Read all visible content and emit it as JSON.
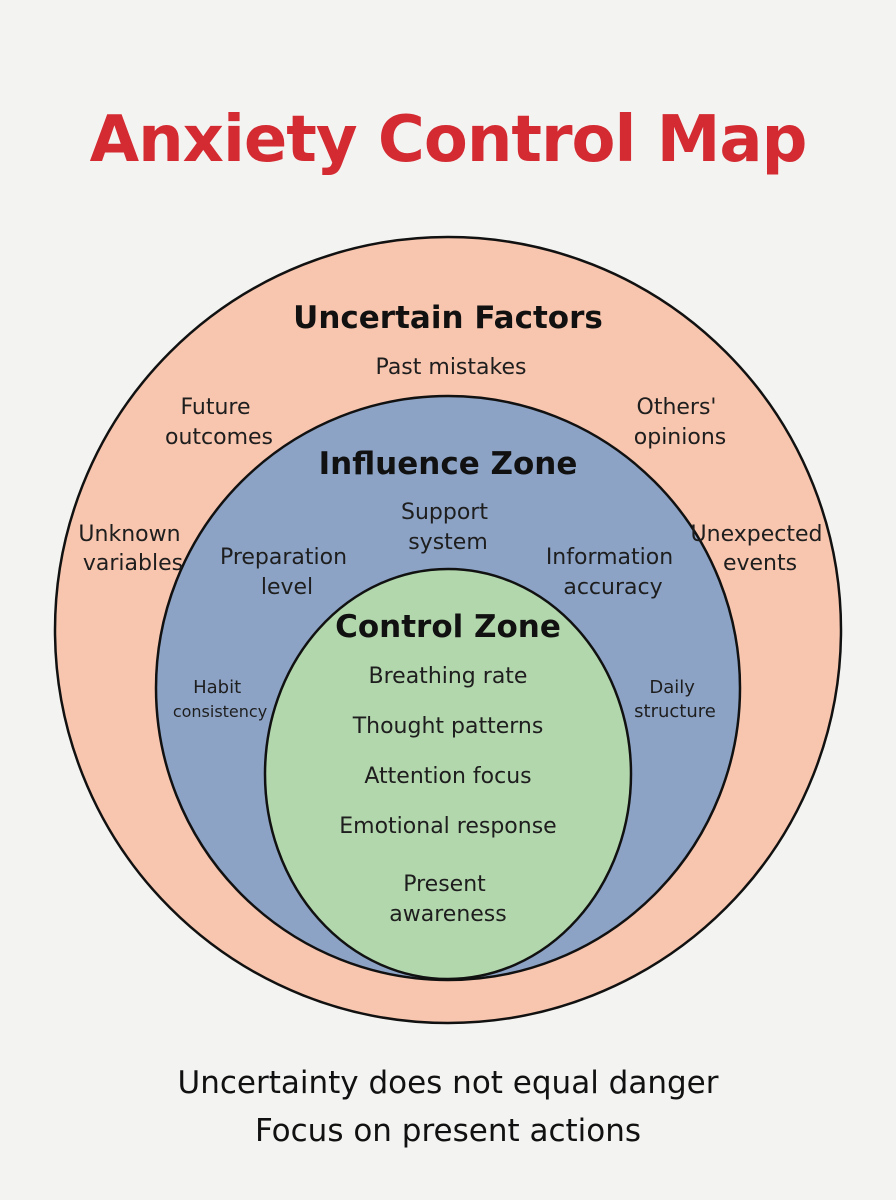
{
  "title": "Anxiety Control Map",
  "colors": {
    "title": "#d42a32",
    "outer_fill": "#f8c5ae",
    "middle_fill": "#8ca3c6",
    "inner_fill": "#b3d7ad",
    "stroke": "#111111",
    "background": "#f3f3f1"
  },
  "zones": {
    "uncertain": {
      "title": "Uncertain Factors",
      "past_mistakes": "Past mistakes",
      "future_outcomes": [
        "Future",
        "outcomes"
      ],
      "others_opinions": [
        "Others'",
        "opinions"
      ],
      "unknown_variables": [
        "Unknown",
        "variables"
      ],
      "unexpected_events": [
        "Unexpected",
        "events"
      ]
    },
    "influence": {
      "title": "Influence Zone",
      "support_system": [
        "Support",
        "system"
      ],
      "preparation_level": [
        "Preparation",
        "level"
      ],
      "information_accuracy": [
        "Information",
        "accuracy"
      ],
      "habit_consistency": [
        "Habit",
        "consistency"
      ],
      "daily_structure": [
        "Daily",
        "structure"
      ]
    },
    "control": {
      "title": "Control Zone",
      "breathing_rate": "Breathing rate",
      "thought_patterns": "Thought patterns",
      "attention_focus": "Attention focus",
      "emotional_response": "Emotional response",
      "present_awareness": [
        "Present",
        "awareness"
      ]
    }
  },
  "footer": {
    "line1": "Uncertainty does not equal danger",
    "line2": "Focus on present actions"
  }
}
